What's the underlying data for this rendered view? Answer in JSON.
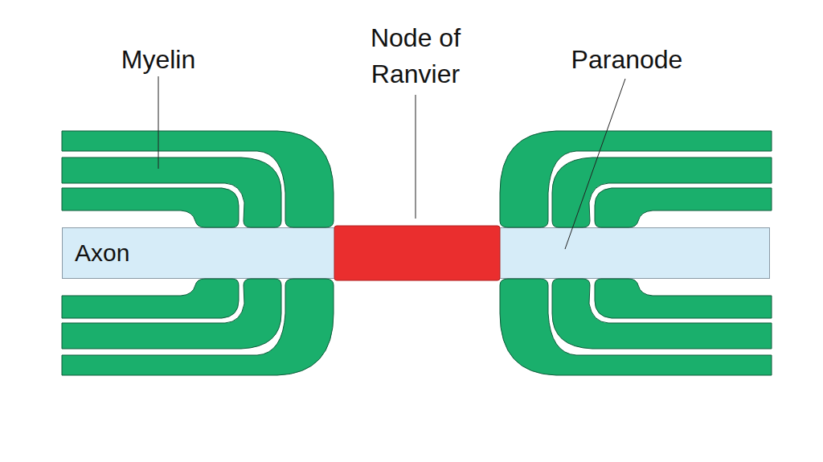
{
  "diagram": {
    "nodes": [
      {
        "text": [
          "Axon"
        ]
      }
    ],
    "labels": [
      "Myelin",
      "Node of Ranvier",
      "Paranode"
    ]
  }
}
